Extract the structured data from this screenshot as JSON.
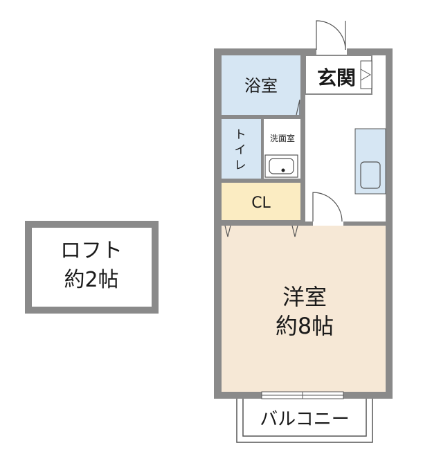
{
  "floorplan": {
    "loft": {
      "line1": "ロフト",
      "line2": "約2帖"
    },
    "bathroom": "浴室",
    "entrance": "玄関",
    "toilet": "トイレ",
    "washroom": "洗面室",
    "closet": "CL",
    "western_room": {
      "line1": "洋室",
      "line2": "約8帖"
    },
    "balcony": "バルコニー"
  },
  "colors": {
    "wall": "#8a8a8a",
    "bath_blue": "#d6e6f3",
    "closet_yellow": "#fbecc2",
    "room_beige": "#f6e8d6",
    "floor_white": "#ffffff",
    "line": "#555555"
  }
}
